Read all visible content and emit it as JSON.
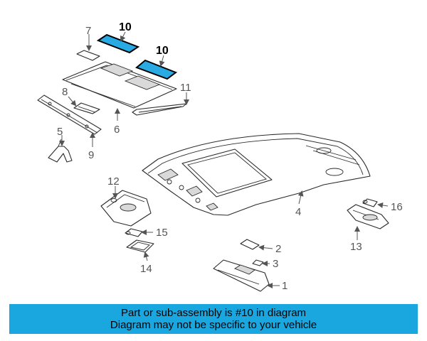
{
  "colors": {
    "highlight": "#29aae2",
    "banner": "#1aa7e0",
    "line": "#2a2a2a"
  },
  "callouts": {
    "c1": "1",
    "c2": "2",
    "c3": "3",
    "c4": "4",
    "c5": "5",
    "c6": "6",
    "c7": "7",
    "c8": "8",
    "c9": "9",
    "c10a": "10",
    "c10b": "10",
    "c11": "11",
    "c12": "12",
    "c13": "13",
    "c14": "14",
    "c15": "15",
    "c16": "16"
  },
  "banner": {
    "line1": "Part or sub-assembly is #10 in diagram",
    "line2": "Diagram may not be specific to your vehicle"
  }
}
